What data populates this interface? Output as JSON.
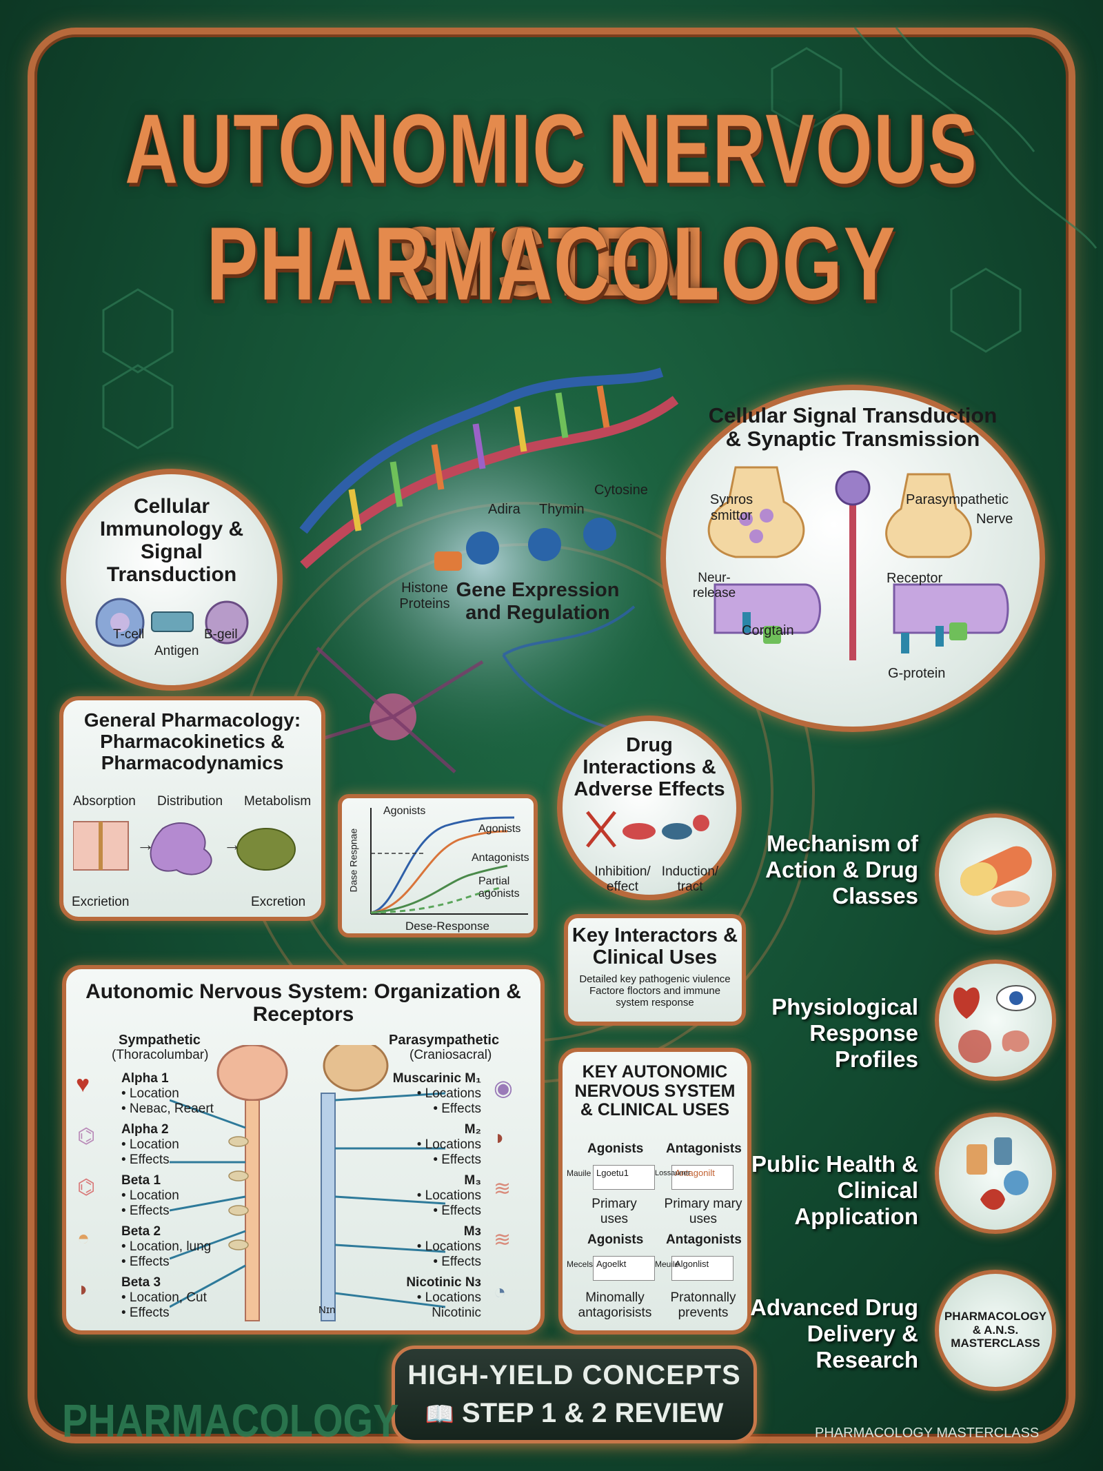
{
  "title": {
    "line1": "AUTONOMIC NERVOUS SYSTEM",
    "line2": "PHARMACOLOGY"
  },
  "immunology": {
    "title": "Cellular Immunology & Signal Transduction",
    "tcell": "T-cell",
    "antigen": "Antigen",
    "bcell": "B-geil"
  },
  "dna": {
    "adira": "Adira",
    "thymin": "Thymin",
    "cytosine": "Cytosine",
    "histone": "Histone Proteins",
    "gene_title": "Gene Expression and Regulation"
  },
  "signal": {
    "title": "Cellular Signal Transduction & Synaptic Transmission",
    "synros": "Synros smittor",
    "parasym": "Parasympathetic",
    "nerve": "Nerve",
    "neur": "Neur- release",
    "receptor": "Receptor",
    "corgtain": "Corgtain",
    "gprotein": "G-protein"
  },
  "general": {
    "title": "General Pharmacology: Pharmacokinetics & Pharmacodynamics",
    "absorption": "Absorption",
    "distribution": "Distribution",
    "metabolism": "Metabolism",
    "excretion1": "Excrietion",
    "excretion2": "Excretion"
  },
  "dose": {
    "agonists_top": "Agonists",
    "agonists": "Agonists",
    "antagonists": "Antagonists",
    "partial": "Partial agonists",
    "ylabel": "Dase Respnae",
    "xlabel": "Dese-Response"
  },
  "interactions": {
    "title": "Drug Interactions & Adverse Effects",
    "inhibition": "Inhibition/ effect",
    "induction": "Induction/ tract"
  },
  "key_interactors": {
    "title": "Key Interactors & Clinical Uses",
    "desc": "Detailed key pathogenic viulence Factore floctors and immune system response"
  },
  "ans": {
    "title": "Autonomic Nervous System: Organization & Receptors",
    "sympathetic": "Sympathetic",
    "sym_sub": "(Thoracolumbar)",
    "parasympathetic": "Parasympathetic",
    "para_sub": "(Craniosacral)",
    "left": [
      {
        "name": "Alpha 1",
        "l1": "• Location",
        "l2": "• Neвac, Reaert"
      },
      {
        "name": "Alpha 2",
        "l1": "• Location",
        "l2": "• Effects"
      },
      {
        "name": "Beta 1",
        "l1": "• Location",
        "l2": "• Effects"
      },
      {
        "name": "Beta 2",
        "l1": "• Location, lung",
        "l2": "• Effects"
      },
      {
        "name": "Beta 3",
        "l1": "• Location, Cut",
        "l2": "• Effects"
      }
    ],
    "right": [
      {
        "name": "Muscarinic M₁",
        "l1": "• Locations",
        "l2": "• Effects"
      },
      {
        "name": "M₂",
        "l1": "• Locations",
        "l2": "• Effects"
      },
      {
        "name": "M₃",
        "l1": "• Locations",
        "l2": "• Effects"
      },
      {
        "name": "Mз",
        "l1": "• Locations",
        "l2": "• Effects"
      },
      {
        "name": "Nicotinic Nз",
        "l1": "• Locations",
        "l2": "Nicotinic"
      }
    ],
    "nin": "Nɪn"
  },
  "key_ans": {
    "title": "KEY AUTONOMIC NERVOUS SYSTEM & CLINICAL USES",
    "agonists1": "Agonists",
    "antagonists1": "Antagonists",
    "card1": "Lgoetu1",
    "card2": "Antagonilt",
    "ax1": "Mauile",
    "ax2": "Lossauner",
    "uses1": "Primary uses",
    "uses2": "Primary mary uses",
    "agonists2": "Agonists",
    "antagonists2": "Antagonists",
    "card3": "Agoelkt",
    "card4": "Algonlist",
    "ax3": "Mecels",
    "ax4": "Meuile",
    "min": "Minomally antagorisists",
    "prot": "Pratonnally prevents"
  },
  "side": {
    "mechanism": "Mechanism of Action & Drug Classes",
    "physio": "Physiological Response Profiles",
    "public": "Public Health & Clinical Application",
    "advanced": "Advanced Drug Delivery & Research",
    "badge": "PHARMACOLOGY & A.N.S. MASTERCLASS"
  },
  "footer": {
    "line1": "HIGH-YIELD CONCEPTS",
    "line2": "STEP 1 & 2 REVIEW",
    "book_icon": "book-icon"
  },
  "watermark": "PHARMACOLOGY",
  "signature": "PHARMACOLOGY MASTERCLASS",
  "colors": {
    "copper": "#b86a3c",
    "green": "#124a30",
    "title": "#e48a4d"
  }
}
